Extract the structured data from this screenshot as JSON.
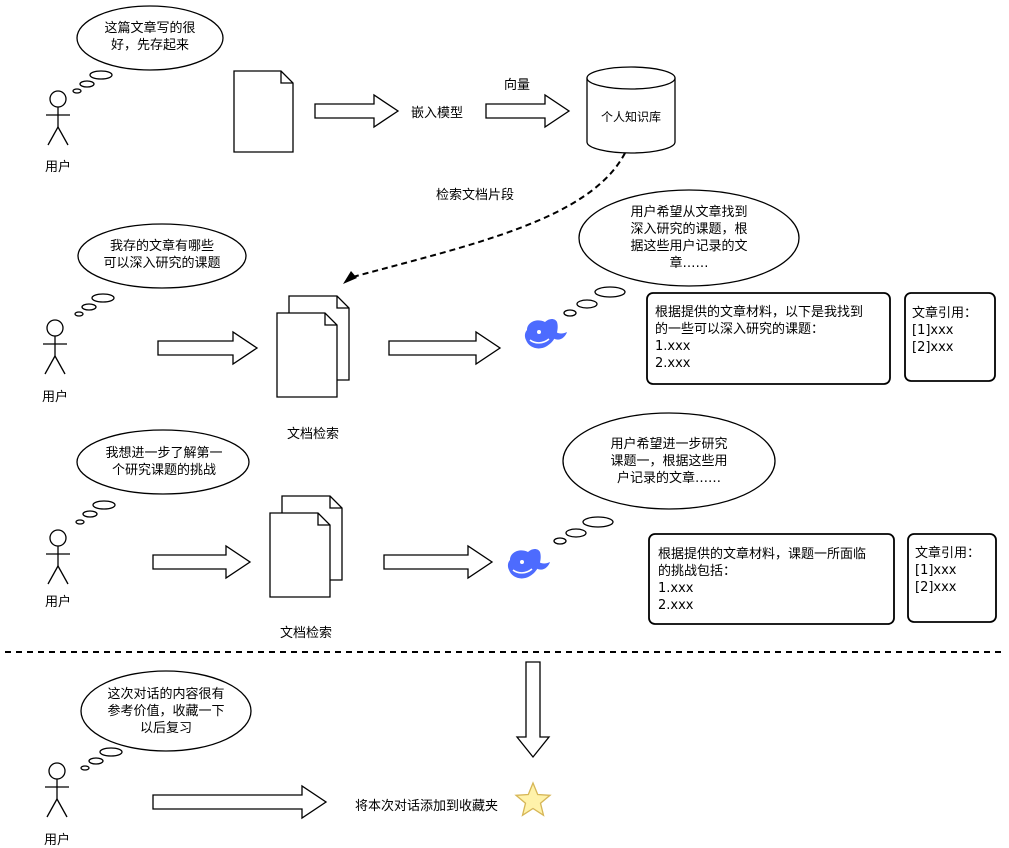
{
  "actor_label": "用户",
  "section1": {
    "thought": [
      "这篇文章写的很",
      "好，先存起来"
    ],
    "embed_model": "嵌入模型",
    "vector": "向量",
    "kb": "个人知识库",
    "retrieve": "检索文档片段"
  },
  "section2": {
    "thought": [
      "我存的文章有哪些",
      "可以深入研究的课题"
    ],
    "doc_search": "文档检索",
    "ai_thought": [
      "用户希望从文章找到",
      "深入研究的课题，根",
      "据这些用户记录的文",
      "章……"
    ],
    "answer": [
      "根据提供的文章材料，以下是我找到",
      "的一些可以深入研究的课题：",
      "1.xxx",
      "2.xxx"
    ],
    "refs": [
      "文章引用：",
      "[1]xxx",
      "[2]xxx"
    ]
  },
  "section3": {
    "thought": [
      "我想进一步了解第一",
      "个研究课题的挑战"
    ],
    "doc_search": "文档检索",
    "ai_thought": [
      "用户希望进一步研究",
      "课题一，根据这些用",
      "户记录的文章……"
    ],
    "answer": [
      "根据提供的文章材料，课题一所面临",
      "的挑战包括：",
      "1.xxx",
      "2.xxx"
    ],
    "refs": [
      "文章引用：",
      "[1]xxx",
      "[2]xxx"
    ]
  },
  "section4": {
    "thought": [
      "这次对话的内容很有",
      "参考价值，收藏一下",
      "以后复习"
    ],
    "add_fav": "将本次对话添加到收藏夹"
  },
  "colors": {
    "stroke": "#000000",
    "whale": "#4D6BFE",
    "star_fill": "#FFF2AA",
    "star_stroke": "#D6B656"
  }
}
